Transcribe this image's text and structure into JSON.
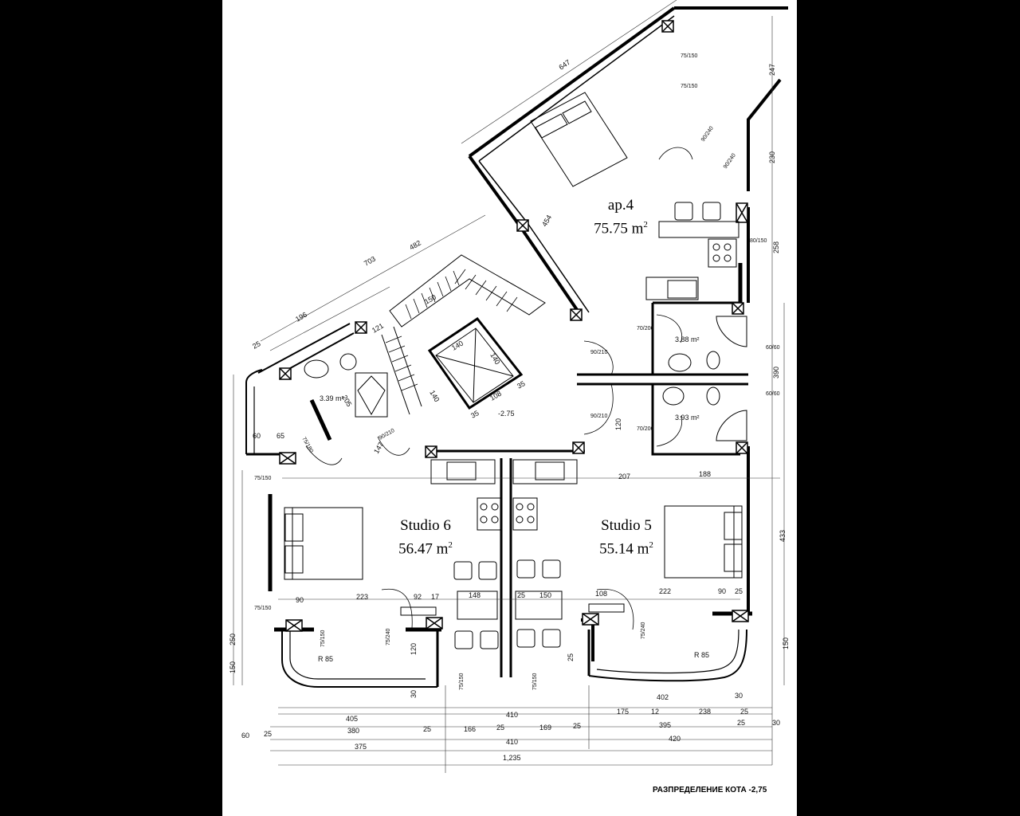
{
  "rooms": {
    "ap4": {
      "name": "ap.4",
      "area_value": "75.75 m",
      "area_sup": "2"
    },
    "studio6": {
      "name": "Studio 6",
      "area_value": "56.47 m",
      "area_sup": "2"
    },
    "studio5": {
      "name": "Studio 5",
      "area_value": "55.14 m",
      "area_sup": "2"
    }
  },
  "small_areas": {
    "bath_left": "3.39 m²",
    "bath_right_top": "3.88 m²",
    "bath_right_bottom": "3.93 m²",
    "landing_level": "-2.75"
  },
  "dimensions": {
    "top_diag": [
      "647",
      "482",
      "703",
      "196",
      "25",
      "454"
    ],
    "right_side": [
      "247",
      "230",
      "258",
      "390",
      "433",
      "150"
    ],
    "left_side": [
      "250",
      "150"
    ],
    "interior": [
      "121",
      "150",
      "140",
      "140",
      "140",
      "108",
      "35",
      "35",
      "205",
      "147",
      "223",
      "92",
      "17",
      "148",
      "25",
      "150",
      "108",
      "222",
      "90",
      "25",
      "207",
      "188",
      "60",
      "65",
      "90",
      "120",
      "30",
      "25",
      "120"
    ],
    "bottom_rows": [
      [
        "405",
        "410",
        "402",
        "30"
      ],
      [
        "175",
        "12",
        "238",
        "25"
      ],
      [
        "380",
        "25",
        "166",
        "25",
        "169",
        "25",
        "395",
        "25",
        "30"
      ],
      [
        "60",
        "25",
        "410",
        "420"
      ],
      [
        "375"
      ],
      [
        "1,235"
      ]
    ]
  },
  "door_labels": [
    "75/150",
    "75/150",
    "90/240",
    "90/240",
    "80/150",
    "70/200",
    "60/60",
    "60/60",
    "70/200",
    "90/210",
    "90/210",
    "90/210",
    "75/180",
    "75/150",
    "75/150",
    "75/150",
    "75/240",
    "75/150",
    "75/150",
    "75/240"
  ],
  "radius_labels": [
    "R 85",
    "R 85"
  ],
  "caption": "РАЗПРЕДЕЛЕНИЕ КОТА -2,75"
}
